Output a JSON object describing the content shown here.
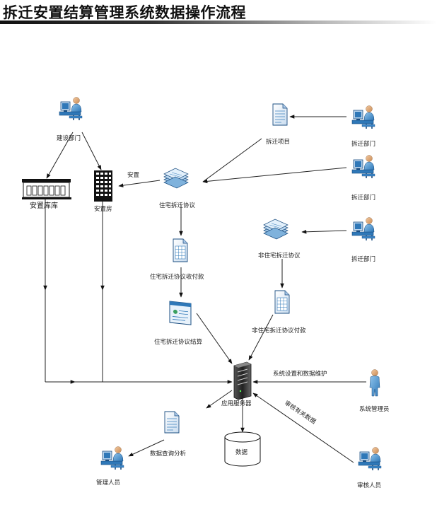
{
  "title": "拆迁安置结算管理系统数据操作流程",
  "nodes": {
    "jianshe": "建设部门",
    "anzhi_chuku": "安置库库",
    "anzhi_fang": "安置房",
    "anzhi_edge": "安置",
    "zhuzhai_xieyi": "住宅拆迁协议",
    "chaiqian_xiangmu": "拆迁项目",
    "chaiqian_bumen_1": "拆迁部门",
    "chaiqian_bumen_2": "拆迁部门",
    "chaiqian_bumen_3": "拆迁部门",
    "fei_zhuzhai_xieyi": "非住宅拆迁协议",
    "zhuzhai_shoufu": "住宅拆迁协议收付款",
    "fei_zhuzhai_fukuan": "非住宅拆迁协议付款",
    "zhuzhai_jiesuan": "住宅拆迁协议结算",
    "app_server": "应用服务器",
    "xitong_shezhi": "系统设置和数据维护",
    "xitong_guanliyuan": "系统管理员",
    "shenhe_shuju": "审核有关数据",
    "shenhe_renyuan": "审核人员",
    "shuju_chaxun": "数据查询分析",
    "guanli_renyuan": "管理人员",
    "shuju": "数据"
  }
}
